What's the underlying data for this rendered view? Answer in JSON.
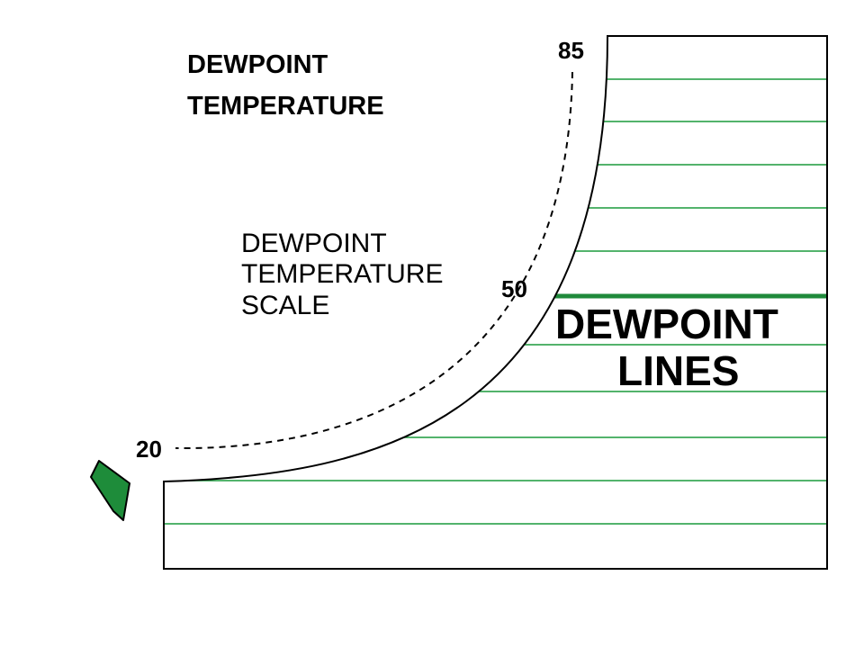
{
  "title": [
    "DEWPOINT",
    "TEMPERATURE"
  ],
  "scale_label": [
    "DEWPOINT",
    "TEMPERATURE",
    "SCALE"
  ],
  "lines_label": [
    "DEWPOINT",
    "LINES"
  ],
  "scale_ticks": [
    "85",
    "50",
    "20"
  ],
  "colors": {
    "dewpoint_line": "#1a9a3c",
    "highlighted_dewpoint_line": "#1f8a3b",
    "arrow_fill": "#1e8c3a",
    "outline": "#000000"
  },
  "icons": {
    "pointer": "arrow-icon"
  }
}
